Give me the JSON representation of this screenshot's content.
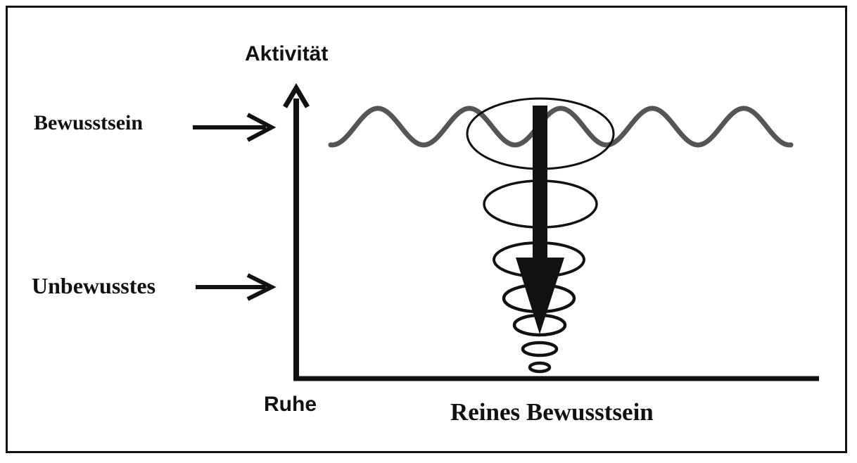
{
  "labels": {
    "y_axis": "Aktivität",
    "upper_level": "Bewusstsein",
    "lower_level": "Unbewusstes",
    "origin": "Ruhe",
    "bottom": "Reines Bewusstsein"
  },
  "colors": {
    "ink": "#111111",
    "wave": "#555555",
    "background": "#ffffff"
  },
  "icons": {
    "level_pointer": "right-arrow-icon",
    "descent": "down-arrow-icon"
  }
}
